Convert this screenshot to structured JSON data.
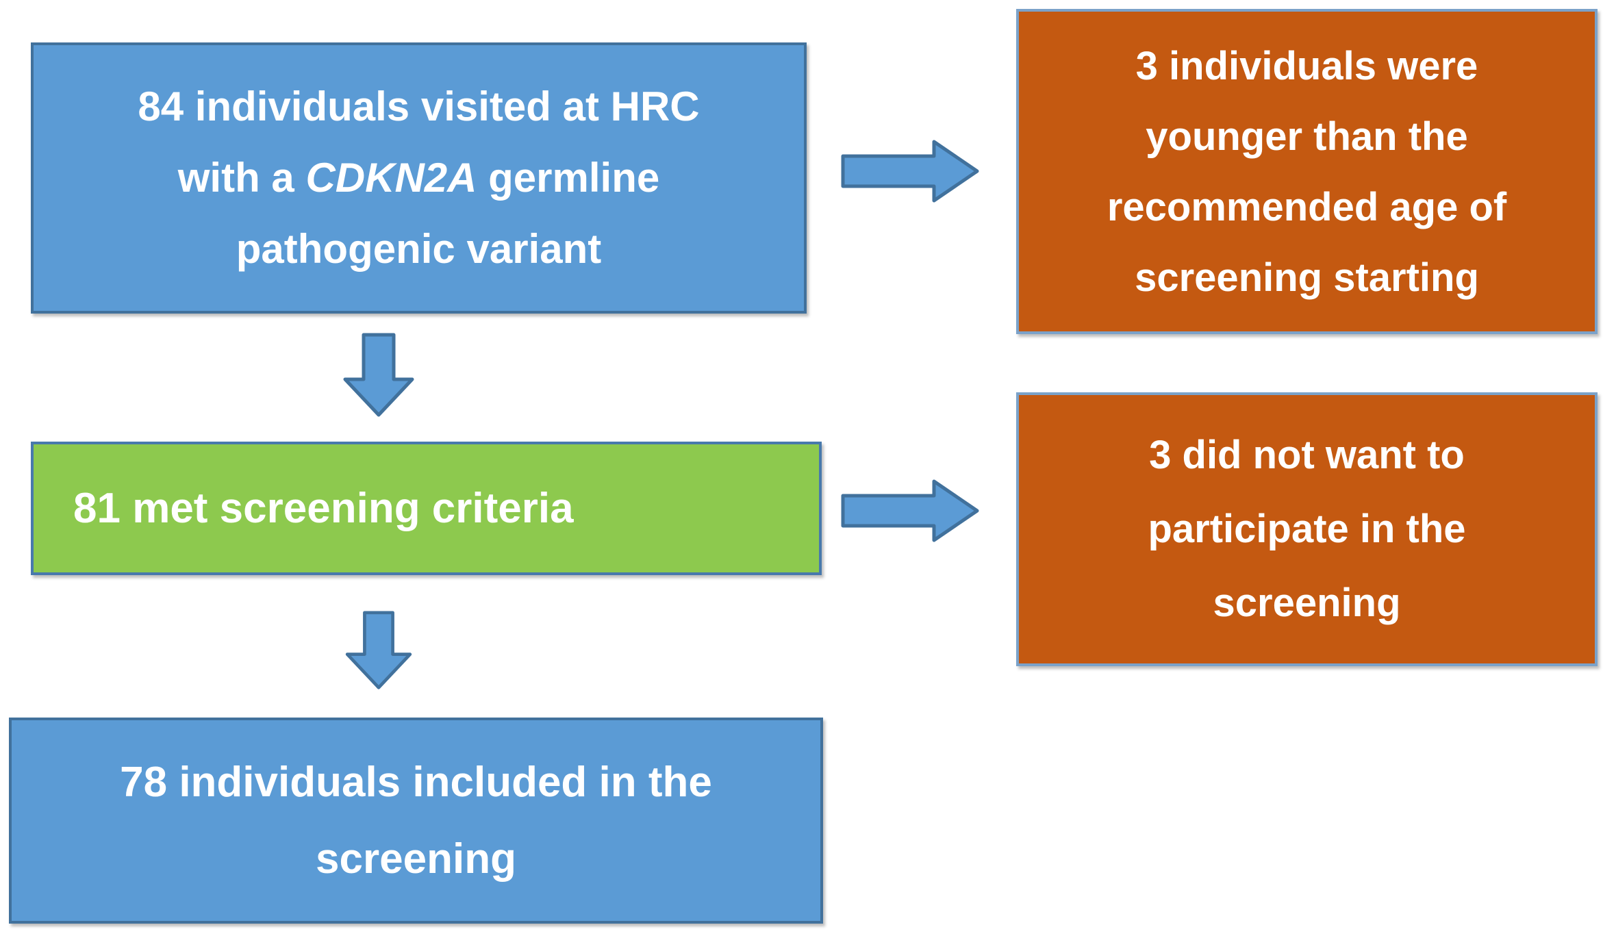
{
  "colors": {
    "blue_box_fill": "#5B9BD5",
    "blue_box_border": "#41719C",
    "green_box_fill": "#8DC94E",
    "green_box_border": "#4879AC",
    "orange_box_fill": "#C45911",
    "orange_box_border": "#7BA2C9",
    "arrow_fill": "#5B9BD5",
    "arrow_border": "#41719C",
    "text_color": "#FFFFFF",
    "background": "#FFFFFF"
  },
  "boxes": {
    "visited_hrc": {
      "line1": "84 individuals visited at HRC",
      "line2_prefix": "with a ",
      "line2_gene": "CDKN2A",
      "line2_suffix": " germline",
      "line3": "pathogenic variant"
    },
    "excluded_age": {
      "lines": [
        "3 individuals were",
        "younger than the",
        "recommended age of",
        "screening starting"
      ]
    },
    "met_criteria": {
      "line1": "81 met screening criteria"
    },
    "excluded_participation": {
      "lines": [
        "3 did not want to",
        "participate in the",
        "screening"
      ]
    },
    "included_screening": {
      "lines": [
        "78 individuals included in the",
        "screening"
      ]
    }
  }
}
